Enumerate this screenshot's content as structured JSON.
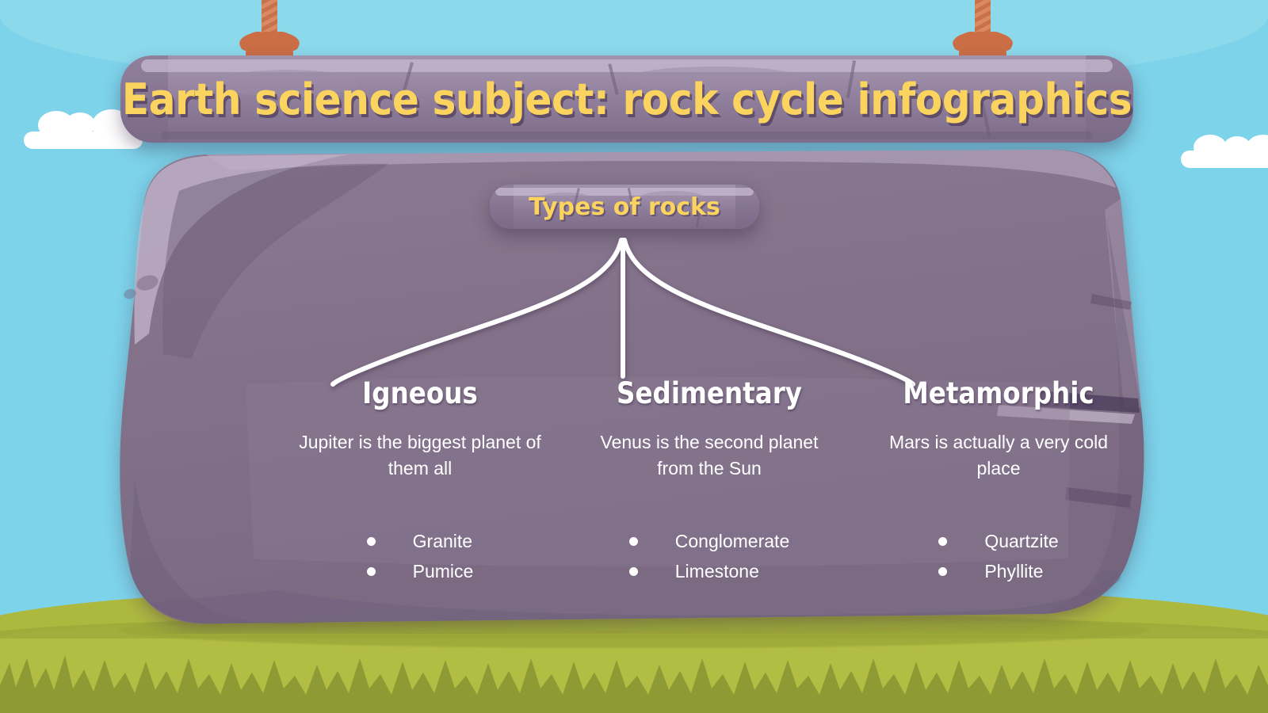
{
  "slide": {
    "title": "Earth science subject: rock cycle infographics",
    "diagram_title": "Types of rocks"
  },
  "colors": {
    "sky": "#7dd3ea",
    "cloud": "#ffffff",
    "grass_back": "#adb83f",
    "grass_front": "#b2bd43",
    "grass_blades": "#8e9a33",
    "rock_fill": "#827189",
    "rock_highlight": "#c6b9cf",
    "rock_shadow": "#6d5d7b",
    "title_yellow": "#fbd35f",
    "rope": "#cb6e45",
    "connector_line": "#ffffff",
    "body_text": "#ffffff"
  },
  "columns": [
    {
      "heading": "Igneous",
      "description": "Jupiter is the biggest planet of them all",
      "items": [
        "Granite",
        "Pumice"
      ]
    },
    {
      "heading": "Sedimentary",
      "description": "Venus is the second planet from the Sun",
      "items": [
        "Conglomerate",
        "Limestone"
      ]
    },
    {
      "heading": "Metamorphic",
      "description": "Mars is actually a very cold place",
      "items": [
        "Quartzite",
        "Phyllite"
      ]
    }
  ],
  "decor": {
    "rope_left_label": "hanging-rope",
    "rope_right_label": "hanging-rope",
    "cloud_count": 2
  }
}
